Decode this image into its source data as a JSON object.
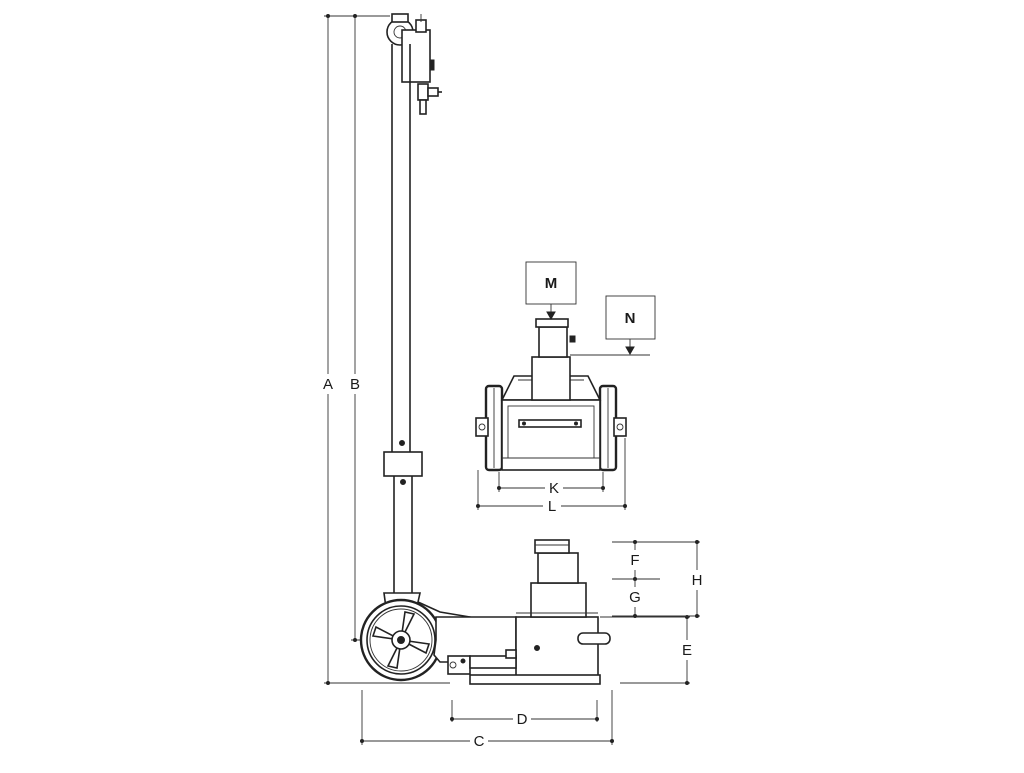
{
  "diagram": {
    "dimension_labels": {
      "a": "A",
      "b": "B",
      "c": "C",
      "d": "D",
      "e": "E",
      "f": "F",
      "g": "G",
      "h": "H",
      "k": "K",
      "l": "L"
    },
    "callouts": {
      "m": "M",
      "n": "N"
    },
    "colors": {
      "line": "#222222",
      "background": "#ffffff"
    }
  }
}
